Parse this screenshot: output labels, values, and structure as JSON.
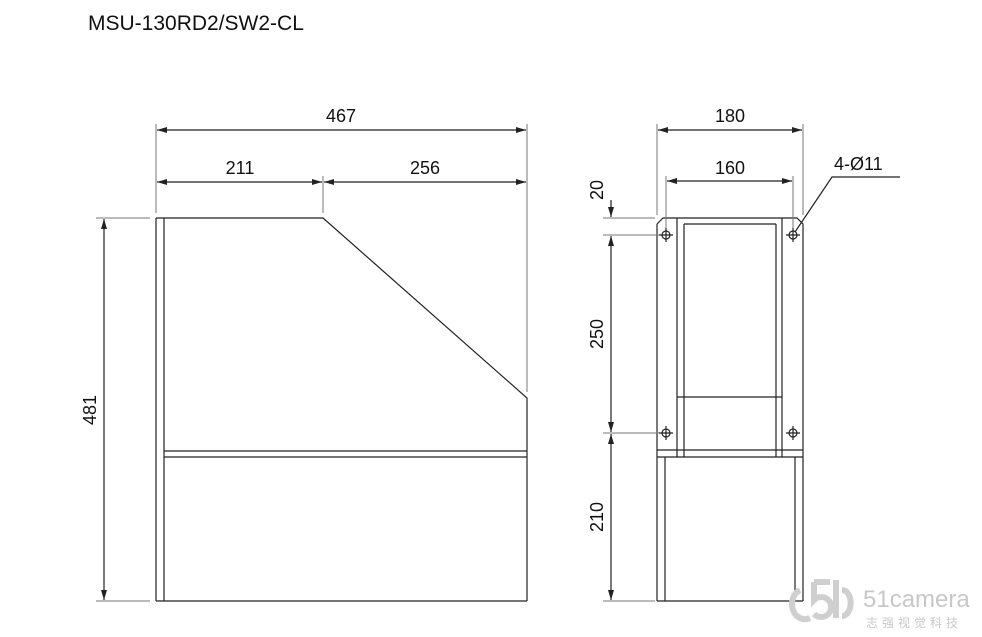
{
  "title": "MSU-130RD2/SW2-CL",
  "side_view": {
    "overall_width": "467",
    "top_width": "211",
    "slope_width": "256",
    "height": "481"
  },
  "front_view": {
    "outer_width": "180",
    "hole_spacing": "160",
    "holes": "4-Ø11",
    "top_offset": "20",
    "hole_vertical_spacing": "250",
    "bottom_height": "210"
  },
  "watermark": {
    "brand": "51camera",
    "subtitle": "志强视觉科技"
  }
}
